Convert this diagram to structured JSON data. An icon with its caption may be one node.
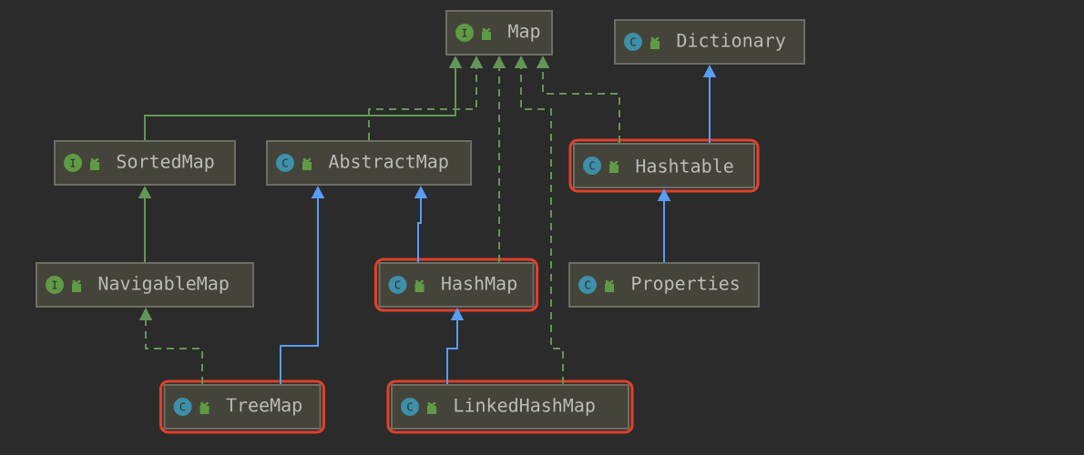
{
  "diagram": {
    "nodes": [
      {
        "text": [
          "I",
          "Map"
        ]
      },
      {
        "text": [
          "C",
          "Dictionary"
        ]
      },
      {
        "text": [
          "I",
          "SortedMap"
        ]
      },
      {
        "text": [
          "C",
          "AbstractMap"
        ]
      },
      {
        "text": [
          "C",
          "Hashtable"
        ]
      },
      {
        "text": [
          "I",
          "NavigableMap"
        ]
      },
      {
        "text": [
          "C",
          "HashMap"
        ]
      },
      {
        "text": [
          "C",
          "Properties"
        ]
      },
      {
        "text": [
          "C",
          "TreeMap"
        ]
      },
      {
        "text": [
          "C",
          "LinkedHashMap"
        ]
      }
    ],
    "edges": [
      {
        "from": 2,
        "to": 0,
        "arrow": "to"
      },
      {
        "from": 3,
        "to": 0,
        "arrow": "to",
        "style": "dashed"
      },
      {
        "from": 6,
        "to": 0,
        "arrow": "to",
        "style": "dashed"
      },
      {
        "from": 9,
        "to": 0,
        "arrow": "to",
        "style": "dashed"
      },
      {
        "from": 4,
        "to": 0,
        "arrow": "to",
        "style": "dashed"
      },
      {
        "from": 4,
        "to": 1,
        "arrow": "to",
        "color": "#589df6"
      },
      {
        "from": 5,
        "to": 2,
        "arrow": "to"
      },
      {
        "from": 6,
        "to": 3,
        "arrow": "to",
        "color": "#589df6"
      },
      {
        "from": 8,
        "to": 3,
        "arrow": "to",
        "color": "#589df6"
      },
      {
        "from": 8,
        "to": 5,
        "arrow": "to",
        "style": "dashed"
      },
      {
        "from": 7,
        "to": 4,
        "arrow": "to",
        "color": "#589df6"
      },
      {
        "from": 9,
        "to": 6,
        "arrow": "to",
        "color": "#589df6"
      }
    ]
  }
}
